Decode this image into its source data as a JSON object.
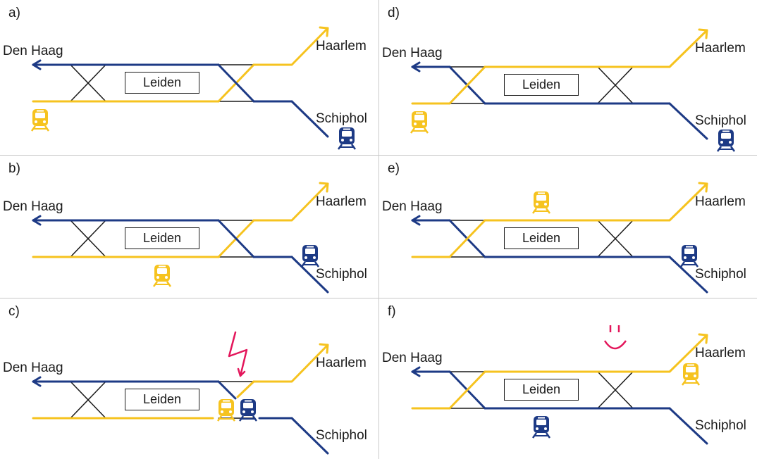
{
  "colors": {
    "blue": "#1d3a85",
    "yellow": "#f6c31f",
    "black": "#1a1a1a",
    "red": "#e3165b",
    "grid": "#c8c8c8"
  },
  "cities": {
    "den_haag": "Den Haag",
    "haarlem": "Haarlem",
    "schiphol": "Schiphol"
  },
  "station": "Leiden",
  "panels": [
    {
      "label": "a)",
      "variant": "A",
      "trains": [
        {
          "color": "yellow",
          "where": "left-start"
        },
        {
          "color": "blue",
          "where": "schiphol-end"
        }
      ],
      "marker": "none"
    },
    {
      "label": "b)",
      "variant": "A",
      "trains": [
        {
          "color": "yellow",
          "where": "below-station"
        },
        {
          "color": "blue",
          "where": "schiphol-curve"
        }
      ],
      "marker": "none"
    },
    {
      "label": "c)",
      "variant": "A",
      "trains": [
        {
          "color": "yellow",
          "where": "crossover-right"
        },
        {
          "color": "blue",
          "where": "crossover-right"
        }
      ],
      "marker": "lightning",
      "broken_crossover": true
    },
    {
      "label": "d)",
      "variant": "B",
      "trains": [
        {
          "color": "yellow",
          "where": "left-start"
        },
        {
          "color": "blue",
          "where": "schiphol-end"
        }
      ],
      "marker": "none"
    },
    {
      "label": "e)",
      "variant": "B",
      "trains": [
        {
          "color": "yellow",
          "where": "above-station"
        },
        {
          "color": "blue",
          "where": "schiphol-curve"
        }
      ],
      "marker": "none"
    },
    {
      "label": "f)",
      "variant": "B",
      "trains": [
        {
          "color": "yellow",
          "where": "haarlem-branch"
        },
        {
          "color": "blue",
          "where": "below-station"
        }
      ],
      "marker": "smiley"
    }
  ]
}
